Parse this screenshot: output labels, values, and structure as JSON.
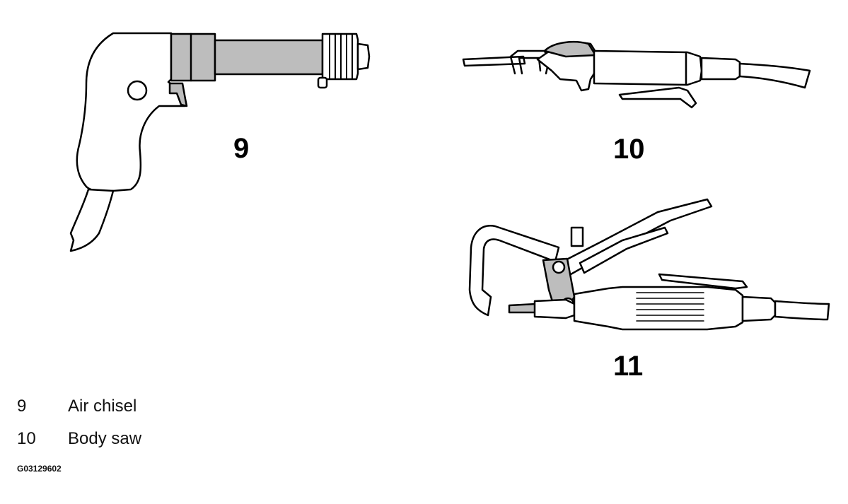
{
  "callouts": {
    "tool9": "9",
    "tool10": "10",
    "tool11": "11"
  },
  "legend": [
    {
      "number": "9",
      "label": "Air chisel"
    },
    {
      "number": "10",
      "label": "Body saw"
    }
  ],
  "figure_code": "G03129602",
  "colors": {
    "outline": "#000000",
    "shade": "#bdbdbd",
    "background": "#ffffff"
  }
}
